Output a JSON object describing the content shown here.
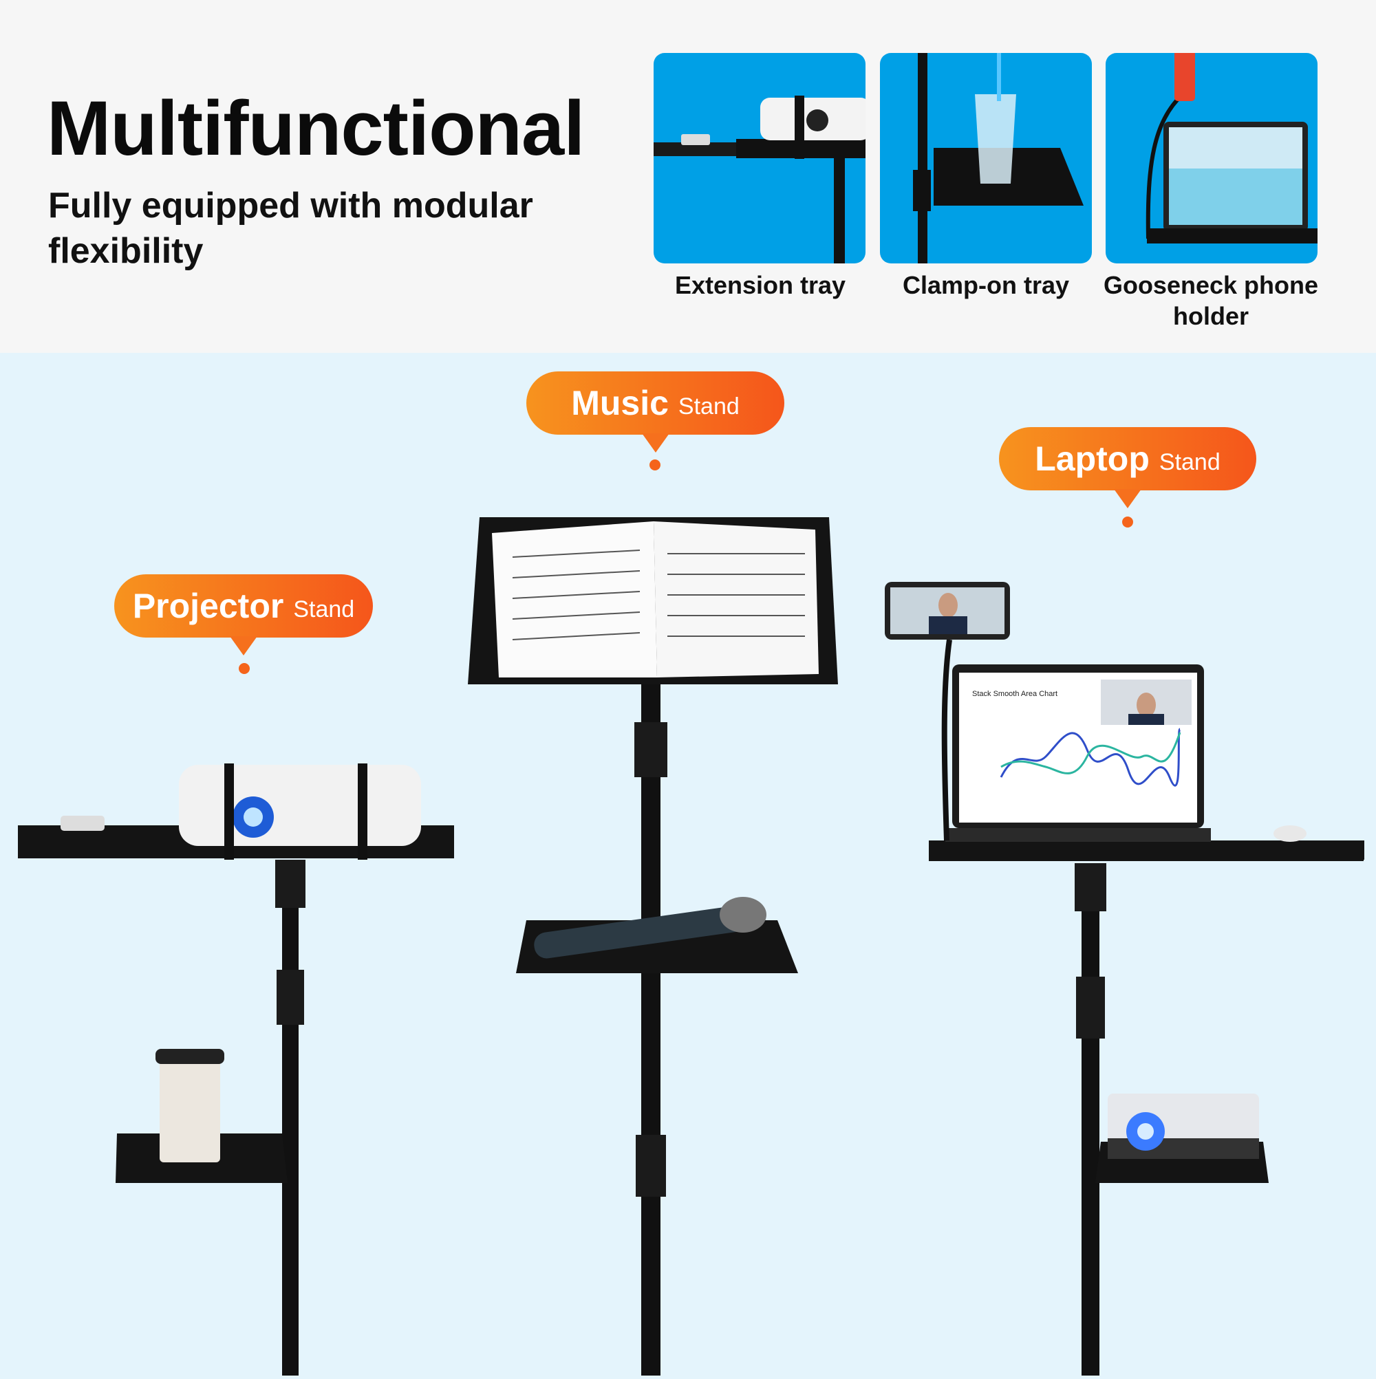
{
  "header": {
    "title": "Multifunctional",
    "subtitle": "Fully equipped with modular flexibility"
  },
  "features": [
    {
      "caption": "Extension tray",
      "icon": "projector-extension-tray"
    },
    {
      "caption": "Clamp-on tray",
      "icon": "cup-clamp-tray"
    },
    {
      "caption": "Gooseneck phone holder",
      "icon": "phone-gooseneck-laptop"
    }
  ],
  "stands": [
    {
      "bold": "Projector",
      "light": "Stand"
    },
    {
      "bold": "Music",
      "light": "Stand"
    },
    {
      "bold": "Laptop",
      "light": "Stand"
    }
  ],
  "laptop_screen": {
    "chart_title": "Stack Smooth Area Chart"
  },
  "colors": {
    "accent_orange": "#f7931e",
    "accent_orange_end": "#f5561b",
    "tile_blue": "#00a0e6",
    "background_blue": "#e4f4fc"
  }
}
